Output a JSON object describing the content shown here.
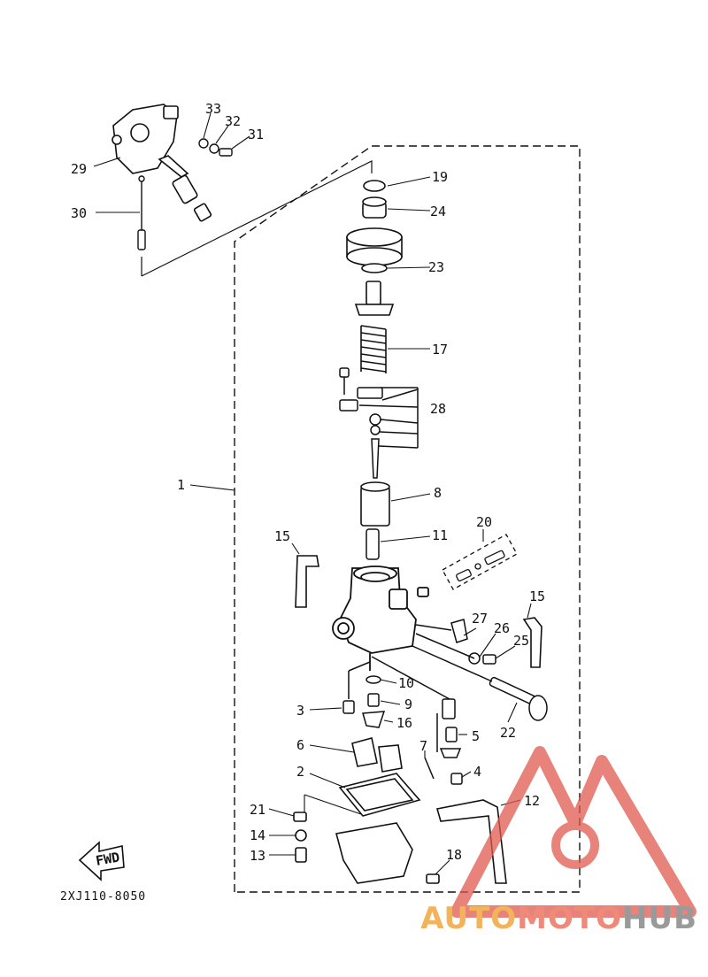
{
  "diagram": {
    "drawing_code": "2XJ110-8050",
    "fwd_label": "FWD",
    "callouts": {
      "c1": "1",
      "c2": "2",
      "c3": "3",
      "c4": "4",
      "c5": "5",
      "c6": "6",
      "c7": "7",
      "c8": "8",
      "c9": "9",
      "c10": "10",
      "c11": "11",
      "c12": "12",
      "c13": "13",
      "c14": "14",
      "c15a": "15",
      "c15b": "15",
      "c16": "16",
      "c17": "17",
      "c18": "18",
      "c19": "19",
      "c20": "20",
      "c21": "21",
      "c22": "22",
      "c23": "23",
      "c24": "24",
      "c25": "25",
      "c26": "26",
      "c27": "27",
      "c28": "28",
      "c29": "29",
      "c30": "30",
      "c31": "31",
      "c32": "32",
      "c33": "33"
    }
  },
  "watermark": {
    "part1": "AUTO",
    "part2": "MOTO",
    "part3": "HUB",
    "color_red": "#e05a4f",
    "color_orange": "#f2b35b",
    "color_gray": "#9a9a9a"
  }
}
